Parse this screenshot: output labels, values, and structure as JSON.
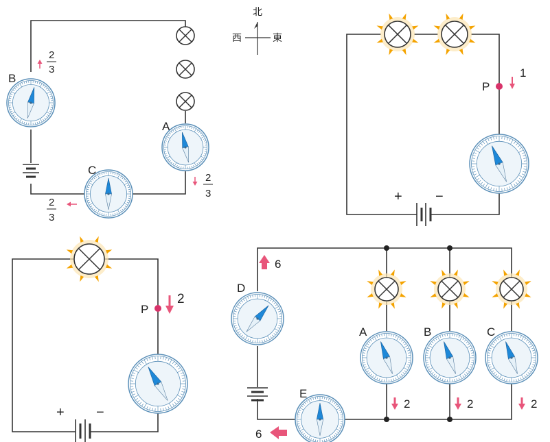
{
  "colors": {
    "wire": "#333333",
    "needle_north": "#1e88d8",
    "needle_south": "#e6f1f8",
    "compass_ring": "#5a8fb8",
    "compass_fill": "#eef5fa",
    "bulb_ray": "#f4a300",
    "bulb_glow": "#fce5b4",
    "arrow_pink": "#e8557a",
    "dot": "#d8336a",
    "junction": "#222222"
  },
  "direction_mark": {
    "north": "北",
    "west": "西",
    "east": "東"
  },
  "panel1": {
    "label_b": "B",
    "label_a": "A",
    "label_c": "C",
    "frac_b": {
      "num": "2",
      "den": "3"
    },
    "frac_a": {
      "num": "2",
      "den": "3"
    },
    "frac_c": {
      "num": "2",
      "den": "3"
    },
    "needle_b_deg": 12,
    "needle_a_deg": -12,
    "needle_c_deg": 0
  },
  "panel2": {
    "label_p": "P",
    "current": "1",
    "plus": "+",
    "minus": "−",
    "needle_deg": -22
  },
  "panel3": {
    "label_p": "P",
    "current": "2",
    "plus": "+",
    "minus": "−",
    "needle_deg": -30
  },
  "panel4": {
    "label_d": "D",
    "label_e": "E",
    "label_a": "A",
    "label_b": "B",
    "label_c": "C",
    "current_d": "6",
    "current_e": "6",
    "current_a": "2",
    "current_b": "2",
    "current_c": "2",
    "needle_d_deg": 40,
    "needle_e_deg": 0,
    "needle_a_deg": -20,
    "needle_b_deg": -20,
    "needle_c_deg": -20
  }
}
